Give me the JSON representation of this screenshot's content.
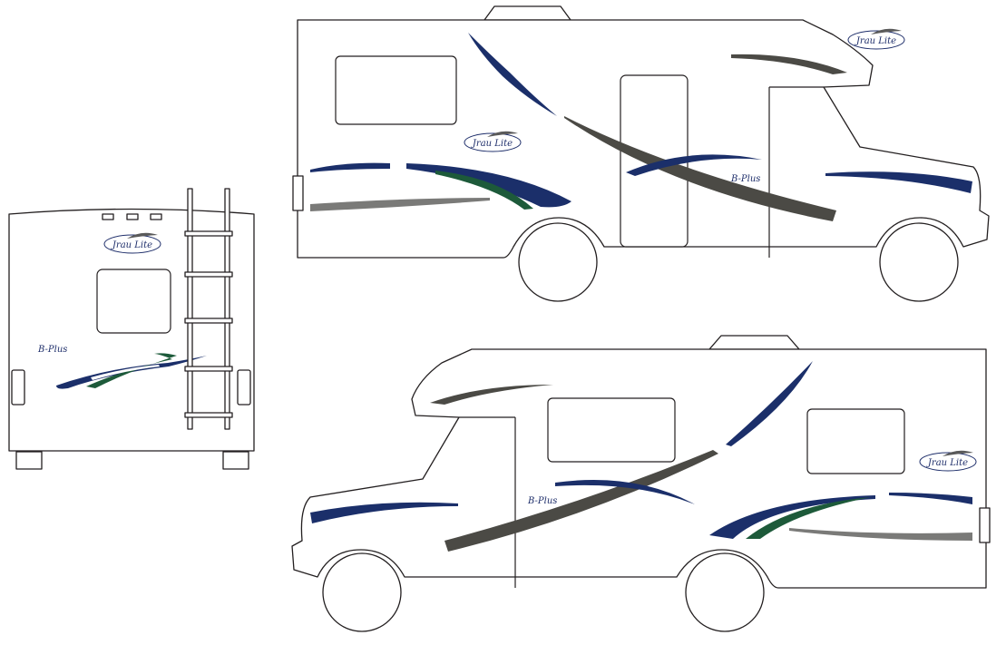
{
  "brand": {
    "logo_text": "Jrau Lite",
    "model_text": "B-Plus"
  },
  "colors": {
    "navy": "#1b2f6a",
    "green": "#1d5a3a",
    "dark_gray": "#4b4a45",
    "light_gray": "#7a7a78",
    "outline": "#231f20"
  },
  "views": {
    "rear": {
      "name": "rear-view"
    },
    "side_right": {
      "name": "side-view-right"
    },
    "side_left": {
      "name": "side-view-left"
    }
  }
}
